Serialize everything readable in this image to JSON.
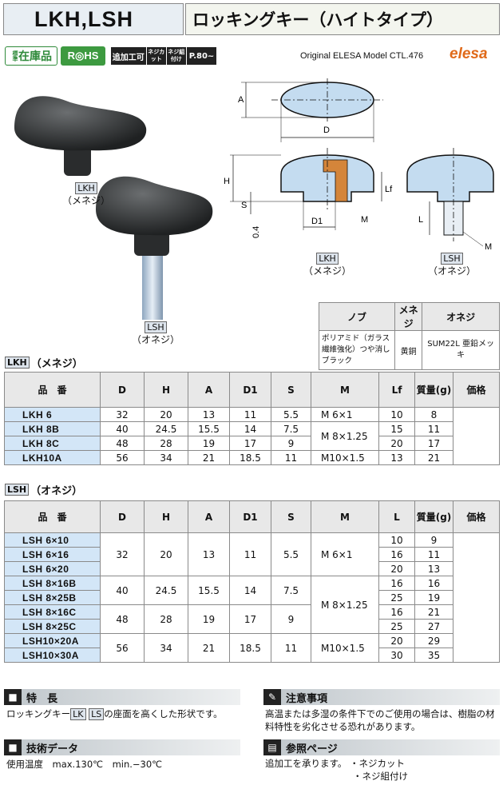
{
  "header": {
    "code": "LKH,LSH",
    "title": "ロッキングキー（ハイトタイプ）"
  },
  "badges": {
    "stock_small": "標準",
    "stock": "在庫品",
    "rohs": "R◎HS",
    "extra": "追加工可",
    "neji_cut": "ネジカット",
    "neji_kumi": "ネジ組付け",
    "page": "P.80~"
  },
  "model": "Original ELESA Model CTL.476",
  "brand": "elesa",
  "figure_labels": {
    "lkh": "LKH",
    "lkh_sub": "（メネジ）",
    "lsh": "LSH",
    "lsh_sub": "（オネジ）",
    "A": "A",
    "D": "D",
    "H": "H",
    "S": "S",
    "D1": "D1",
    "M": "M",
    "Lf": "Lf",
    "L": "L",
    "t04": "0.4"
  },
  "materials": {
    "headers": [
      "ノブ",
      "メネジ",
      "オネジ"
    ],
    "row": [
      "ポリアミド（ガラス繊維強化）つや消しブラック",
      "黄銅",
      "SUM22L 亜鉛メッキ"
    ]
  },
  "lkh_section": {
    "tag": "LKH",
    "label": "（メネジ）"
  },
  "lsh_section": {
    "tag": "LSH",
    "label": "（オネジ）"
  },
  "lkh_table": {
    "headers": [
      "品　番",
      "D",
      "H",
      "A",
      "D1",
      "S",
      "M",
      "Lf",
      "質量(g)",
      "価格"
    ],
    "rows": [
      [
        "LKH 6",
        "32",
        "20",
        "13",
        "11",
        "5.5",
        "M 6×1",
        "10",
        "8"
      ],
      [
        "LKH 8B",
        "40",
        "24.5",
        "15.5",
        "14",
        "7.5",
        "M 8×1.25",
        "15",
        "11"
      ],
      [
        "LKH 8C",
        "48",
        "28",
        "19",
        "17",
        "9",
        "",
        "20",
        "17"
      ],
      [
        "LKH10A",
        "56",
        "34",
        "21",
        "18.5",
        "11",
        "M10×1.5",
        "13",
        "21"
      ]
    ]
  },
  "lsh_table": {
    "headers": [
      "品　番",
      "D",
      "H",
      "A",
      "D1",
      "S",
      "M",
      "L",
      "質量(g)",
      "価格"
    ],
    "rows": [
      [
        "LSH 6×10",
        "32",
        "20",
        "13",
        "11",
        "5.5",
        "M 6×1",
        "10",
        "9"
      ],
      [
        "LSH 6×16",
        "",
        "",
        "",
        "",
        "",
        "",
        "16",
        "11"
      ],
      [
        "LSH 6×20",
        "",
        "",
        "",
        "",
        "",
        "",
        "20",
        "13"
      ],
      [
        "LSH 8×16B",
        "40",
        "24.5",
        "15.5",
        "14",
        "7.5",
        "M 8×1.25",
        "16",
        "16"
      ],
      [
        "LSH 8×25B",
        "",
        "",
        "",
        "",
        "",
        "",
        "25",
        "19"
      ],
      [
        "LSH 8×16C",
        "48",
        "28",
        "19",
        "17",
        "9",
        "",
        "16",
        "21"
      ],
      [
        "LSH 8×25C",
        "",
        "",
        "",
        "",
        "",
        "",
        "25",
        "27"
      ],
      [
        "LSH10×20A",
        "56",
        "34",
        "21",
        "18.5",
        "11",
        "M10×1.5",
        "20",
        "29"
      ],
      [
        "LSH10×30A",
        "",
        "",
        "",
        "",
        "",
        "",
        "30",
        "35"
      ]
    ]
  },
  "features": {
    "title": "特　長",
    "text_pre": "ロッキングキー",
    "tag1": "LK",
    "tag2": "LS",
    "text_post": "の座面を高くした形状です。"
  },
  "tech": {
    "title": "技術データ",
    "text": "使用温度　max.130℃　min.−30℃"
  },
  "caution": {
    "title": "注意事項",
    "text": "高温または多湿の条件下でのご使用の場合は、樹脂の材料特性を劣化させる恐れがあります。"
  },
  "ref": {
    "title": "参照ページ",
    "text": "追加工を承ります。",
    "item1": "・ネジカット",
    "item2": "・ネジ組付け"
  }
}
